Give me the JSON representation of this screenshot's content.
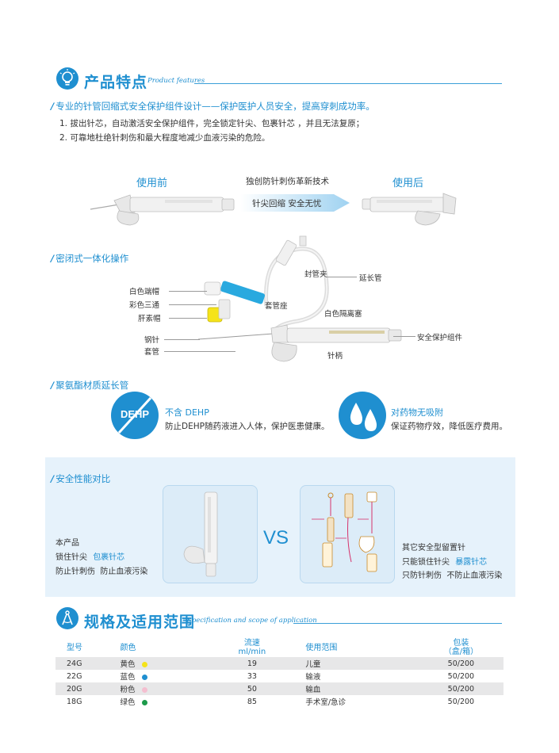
{
  "features": {
    "title": "产品特点",
    "title_en": "Product features",
    "headline": "专业的针管回缩式安全保护组件设计——保护医护人员安全，提高穿刺成功率。",
    "points": [
      "1. 拔出针芯，自动激活安全保护组件，完全锁定针尖、包裹针芯 ，并且无法复原；",
      "2. 可靠地杜绝针刺伤和最大程度地减少血液污染的危险。"
    ],
    "before_label": "使用前",
    "after_label": "使用后",
    "center_title": "独创防针刺伤革新技术",
    "center_arrow": "针尖回缩 安全无忧"
  },
  "closed": {
    "heading": "密闭式一体化操作",
    "labels": {
      "white_cap": "白色端帽",
      "colored_tee": "彩色三通",
      "heparin_cap": "肝素帽",
      "steel_needle": "钢针",
      "cannula": "套管",
      "clamp": "封管夹",
      "extension_tube": "延长管",
      "hub": "套管座",
      "white_septum": "白色隔离塞",
      "safety_component": "安全保护组件",
      "needle_handle": "针柄"
    }
  },
  "material": {
    "heading": "聚氨酯材质延长管",
    "dehp_badge": "DEHP",
    "dehp_title": "不含 DEHP",
    "dehp_desc": "防止DEHP随药液进入人体，保护医患健康。",
    "drug_title": "对药物无吸附",
    "drug_desc": "保证药物疗效，降低医疗费用。"
  },
  "comparison": {
    "heading": "安全性能对比",
    "vs": "VS",
    "ours_title": "本产品",
    "ours_line1_a": "锁住针尖",
    "ours_line1_b": "包裹针芯",
    "ours_line2": "防止针刺伤  防止血液污染",
    "other_title": "其它安全型留置针",
    "other_line1_a": "只能锁住针尖",
    "other_line1_b": "暴露针芯",
    "other_line2": "只防针刺伤  不防止血液污染"
  },
  "spec": {
    "title": "规格及适用范围",
    "title_en": "Specification and scope of application",
    "headers": {
      "model": "型号",
      "color": "颜色",
      "flow_a": "流速",
      "flow_b": "ml/min",
      "use": "使用范围",
      "pack_a": "包装",
      "pack_b": "（盒/箱）"
    },
    "rows": [
      {
        "model": "24G",
        "color": "黄色",
        "dot": "#f5e31a",
        "flow": "19",
        "use": "儿童",
        "pack": "50/200"
      },
      {
        "model": "22G",
        "color": "蓝色",
        "dot": "#1f8fd0",
        "flow": "33",
        "use": "输液",
        "pack": "50/200"
      },
      {
        "model": "20G",
        "color": "粉色",
        "dot": "#f4bfd0",
        "flow": "50",
        "use": "输血",
        "pack": "50/200"
      },
      {
        "model": "18G",
        "color": "绿色",
        "dot": "#1c9a4a",
        "flow": "85",
        "use": "手术室/急诊",
        "pack": "50/200"
      }
    ]
  },
  "colors": {
    "accent": "#1f8fd0",
    "panel": "#e6f2fb",
    "magenta": "#d6336c"
  },
  "icons": [
    "lightbulb-icon",
    "no-dehp-icon",
    "water-drops-icon",
    "compass-icon"
  ]
}
